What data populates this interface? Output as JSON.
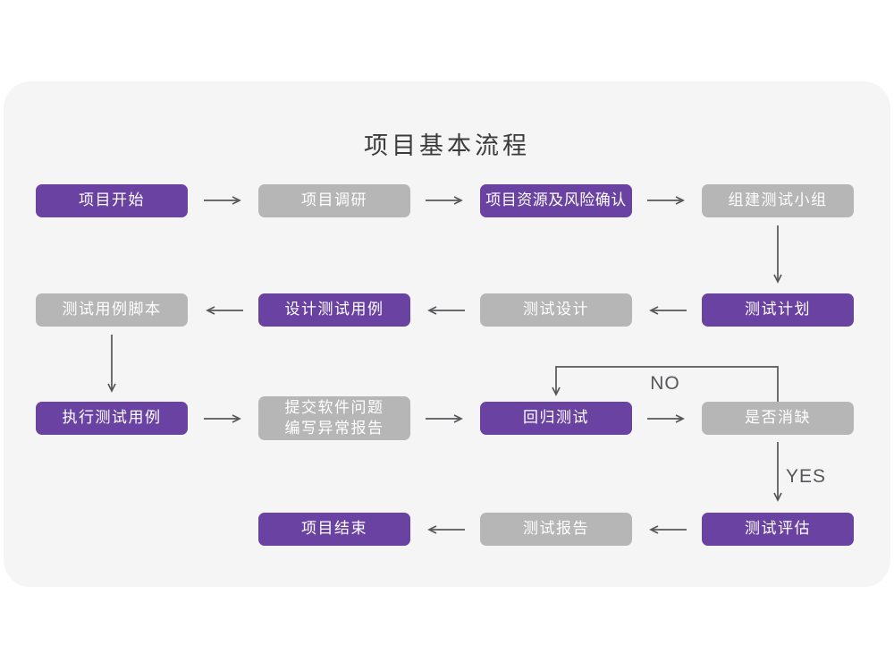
{
  "title": "项目基本流程",
  "colors": {
    "page": "#ffffff",
    "canvas": "#f5f5f6",
    "node_primary": "#6a42a1",
    "node_secondary": "#b6b6b6",
    "node_text": "#ffffff",
    "title_text": "#3b3b3b",
    "arrow": "#56575a"
  },
  "edge_labels": {
    "no": "NO",
    "yes": "YES"
  },
  "nodes": [
    {
      "id": "project-start",
      "label": "项目开始",
      "variant": "primary"
    },
    {
      "id": "project-research",
      "label": "项目调研",
      "variant": "secondary"
    },
    {
      "id": "resource-risk-confirm",
      "label": "项目资源及风险确认",
      "variant": "primary"
    },
    {
      "id": "build-test-team",
      "label": "组建测试小组",
      "variant": "secondary"
    },
    {
      "id": "test-case-script",
      "label": "测试用例脚本",
      "variant": "secondary"
    },
    {
      "id": "design-test-case",
      "label": "设计测试用例",
      "variant": "primary"
    },
    {
      "id": "test-design",
      "label": "测试设计",
      "variant": "secondary"
    },
    {
      "id": "test-plan",
      "label": "测试计划",
      "variant": "primary"
    },
    {
      "id": "execute-test-case",
      "label": "执行测试用例",
      "variant": "primary"
    },
    {
      "id": "submit-issue-report",
      "label": "提交软件问题\n编写异常报告",
      "variant": "secondary"
    },
    {
      "id": "regression-test",
      "label": "回归测试",
      "variant": "primary"
    },
    {
      "id": "defect-cleared",
      "label": "是否消缺",
      "variant": "secondary"
    },
    {
      "id": "project-end",
      "label": "项目结束",
      "variant": "primary"
    },
    {
      "id": "test-report",
      "label": "测试报告",
      "variant": "secondary"
    },
    {
      "id": "test-evaluation",
      "label": "测试评估",
      "variant": "primary"
    }
  ],
  "edges": [
    {
      "from": "project-start",
      "to": "project-research",
      "label": ""
    },
    {
      "from": "project-research",
      "to": "resource-risk-confirm",
      "label": ""
    },
    {
      "from": "resource-risk-confirm",
      "to": "build-test-team",
      "label": ""
    },
    {
      "from": "build-test-team",
      "to": "test-plan",
      "label": ""
    },
    {
      "from": "test-plan",
      "to": "test-design",
      "label": ""
    },
    {
      "from": "test-design",
      "to": "design-test-case",
      "label": ""
    },
    {
      "from": "design-test-case",
      "to": "test-case-script",
      "label": ""
    },
    {
      "from": "test-case-script",
      "to": "execute-test-case",
      "label": ""
    },
    {
      "from": "execute-test-case",
      "to": "submit-issue-report",
      "label": ""
    },
    {
      "from": "submit-issue-report",
      "to": "regression-test",
      "label": ""
    },
    {
      "from": "regression-test",
      "to": "defect-cleared",
      "label": ""
    },
    {
      "from": "defect-cleared",
      "to": "regression-test",
      "label": "NO"
    },
    {
      "from": "defect-cleared",
      "to": "test-evaluation",
      "label": "YES"
    },
    {
      "from": "test-evaluation",
      "to": "test-report",
      "label": ""
    },
    {
      "from": "test-report",
      "to": "project-end",
      "label": ""
    }
  ]
}
